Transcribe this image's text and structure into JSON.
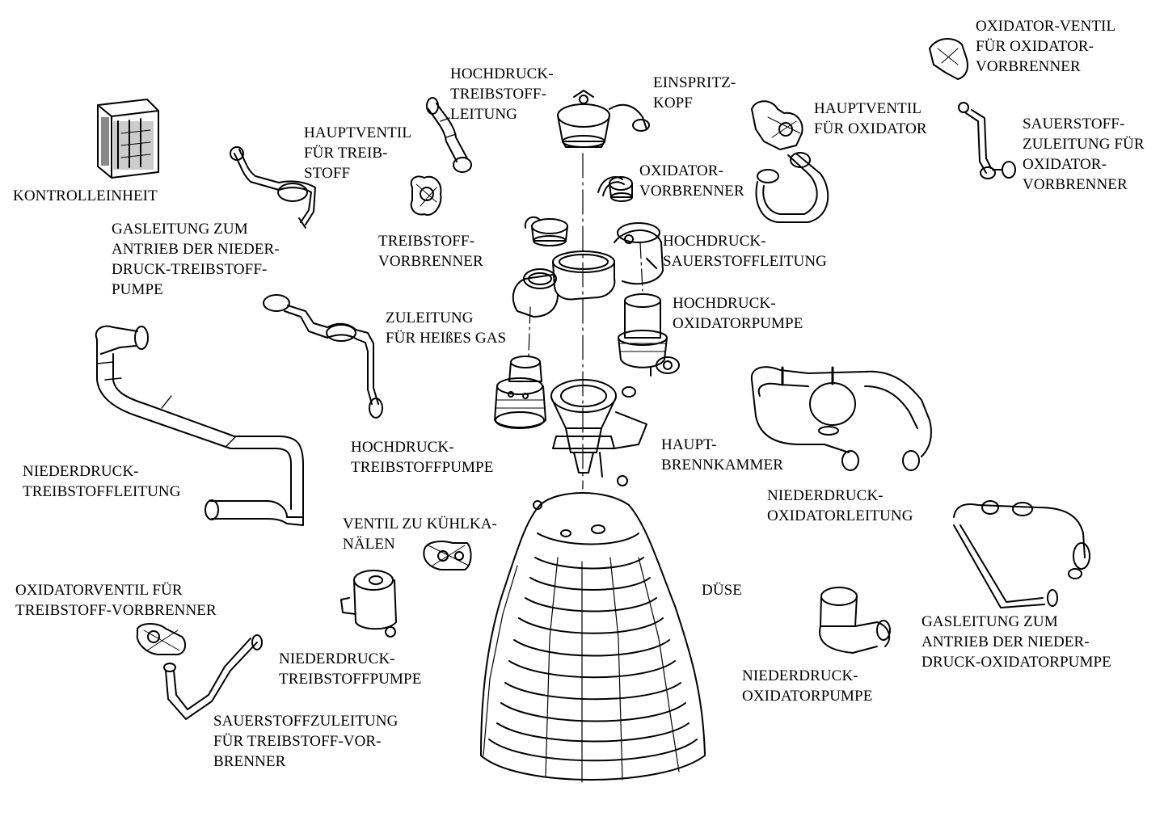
{
  "labels": {
    "kontrolleinheit": [
      "KONTROLLEINHEIT"
    ],
    "gasleitung_niederdruck_treibstoffpumpe": [
      "GASLEITUNG ZUM",
      "ANTRIEB DER NIEDER-",
      "DRUCK-TREIBSTOFF-",
      "PUMPE"
    ],
    "hauptventil_treibstoff": [
      "HAUPTVENTIL",
      "FÜR TREIB-",
      "STOFF"
    ],
    "hochdruck_treibstoffleitung": [
      "HOCHDRUCK-",
      "TREIBSTOFF-",
      "LEITUNG"
    ],
    "einspritzkopf": [
      "EINSPRITZ-",
      "KOPF"
    ],
    "hauptventil_oxidator": [
      "HAUPTVENTIL",
      "FÜR OXIDATOR"
    ],
    "oxidatorventil_oxidatorvorbrenner": [
      "OXIDATOR-VENTIL",
      "FÜR OXIDATOR-",
      "VORBRENNER"
    ],
    "sauerstoffzuleitung_oxidatorvorbrenner": [
      "SAUERSTOFF-",
      "ZULEITUNG FÜR",
      "OXIDATOR-",
      "VORBRENNER"
    ],
    "oxidatorvorbrenner": [
      "OXIDATOR-",
      "VORBRENNER"
    ],
    "treibstoffvorbrenner": [
      "TREIBSTOFF-",
      "VORBRENNER"
    ],
    "hochdruck_sauerstoffleitung": [
      "HOCHDRUCK-",
      "SAUERSTOFFLEITUNG"
    ],
    "zuleitung_heisses_gas": [
      "ZULEITUNG",
      "FÜR HEIßES GAS"
    ],
    "hochdruck_oxidatorpumpe": [
      "HOCHDRUCK-",
      "OXIDATORPUMPE"
    ],
    "hochdruck_treibstoffpumpe": [
      "HOCHDRUCK-",
      "TREIBSTOFFPUMPE"
    ],
    "hauptbrennkammer": [
      "HAUPT-",
      "BRENNKAMMER"
    ],
    "niederdruck_treibstoffleitung": [
      "NIEDERDRUCK-",
      "TREIBSTOFFLEITUNG"
    ],
    "niederdruck_oxidatorleitung": [
      "NIEDERDRUCK-",
      "OXIDATORLEITUNG"
    ],
    "ventil_kuehlkanaele": [
      "VENTIL ZU KÜHLKA-",
      "NÄLEN"
    ],
    "duese": [
      "DÜSE"
    ],
    "oxidatorventil_treibstoffvorbrenner": [
      "OXIDATORVENTIL FÜR",
      "TREIBSTOFF-VORBRENNER"
    ],
    "niederdruck_treibstoffpumpe": [
      "NIEDERDRUCK-",
      "TREIBSTOFFPUMPE"
    ],
    "gasleitung_niederdruck_oxidatorpumpe": [
      "GASLEITUNG ZUM",
      "ANTRIEB DER NIEDER-",
      "DRUCK-OXIDATORPUMPE"
    ],
    "niederdruck_oxidatorpumpe": [
      "NIEDERDRUCK-",
      "OXIDATORPUMPE"
    ],
    "sauerstoffzuleitung_treibstoffvorbrenner": [
      "SAUERSTOFFZULEITUNG",
      "FÜR TREIBSTOFF-VOR-",
      "BRENNER"
    ]
  }
}
